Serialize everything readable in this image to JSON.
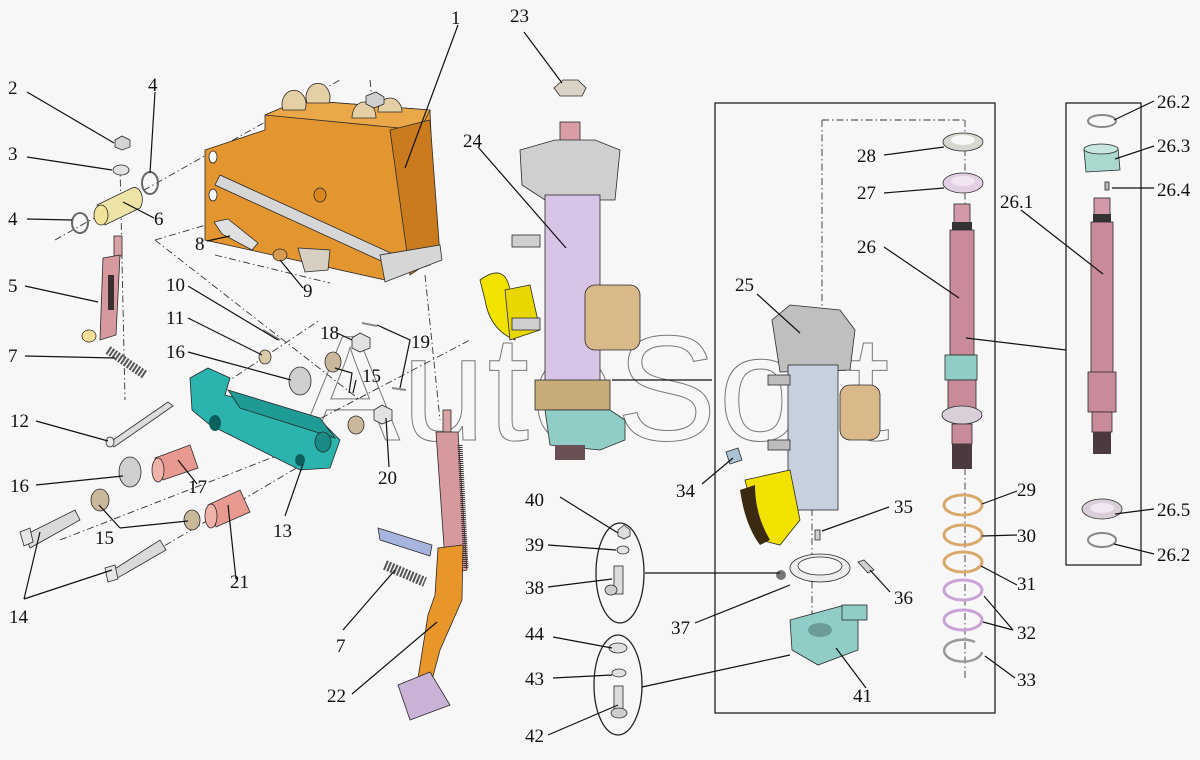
{
  "diagram": {
    "type": "exploded-parts-view",
    "watermark": "AutoSoft",
    "colors": {
      "bracket_orange": "#e3952f",
      "pedal_orange": "#e8962a",
      "teal_lever": "#2bb3ad",
      "pink_rod": "#d99a9f",
      "pink_bushing": "#e89a90",
      "lilac_tube": "#d8c4e6",
      "yellow_sector": "#f2e200",
      "tan_clamp": "#d9b98a",
      "steel": "#d2d2d2",
      "brass": "#e3d19a",
      "shaft_pink": "#c98a9a",
      "sensor_teal": "#8fcdc6",
      "pad_lilac": "#c9b2d6"
    },
    "callouts": {
      "c1": "1",
      "c2": "2",
      "c3": "3",
      "c4a": "4",
      "c4b": "4",
      "c5": "5",
      "c6": "6",
      "c7a": "7",
      "c7b": "7",
      "c8": "8",
      "c9": "9",
      "c10": "10",
      "c11": "11",
      "c12": "12",
      "c13": "13",
      "c14": "14",
      "c15a": "15",
      "c15b": "15",
      "c16a": "16",
      "c16b": "16",
      "c17": "17",
      "c18": "18",
      "c19": "19",
      "c20": "20",
      "c21": "21",
      "c22": "22",
      "c23": "23",
      "c24": "24",
      "c25": "25",
      "c26": "26",
      "c26_1": "26.1",
      "c26_2a": "26.2",
      "c26_2b": "26.2",
      "c26_3": "26.3",
      "c26_4": "26.4",
      "c26_5": "26.5",
      "c27": "27",
      "c28": "28",
      "c29": "29",
      "c30": "30",
      "c31": "31",
      "c32": "32",
      "c33": "33",
      "c34": "34",
      "c35": "35",
      "c36": "36",
      "c37": "37",
      "c38": "38",
      "c39": "39",
      "c40": "40",
      "c41": "41",
      "c42": "42",
      "c43": "43",
      "c44": "44"
    }
  }
}
